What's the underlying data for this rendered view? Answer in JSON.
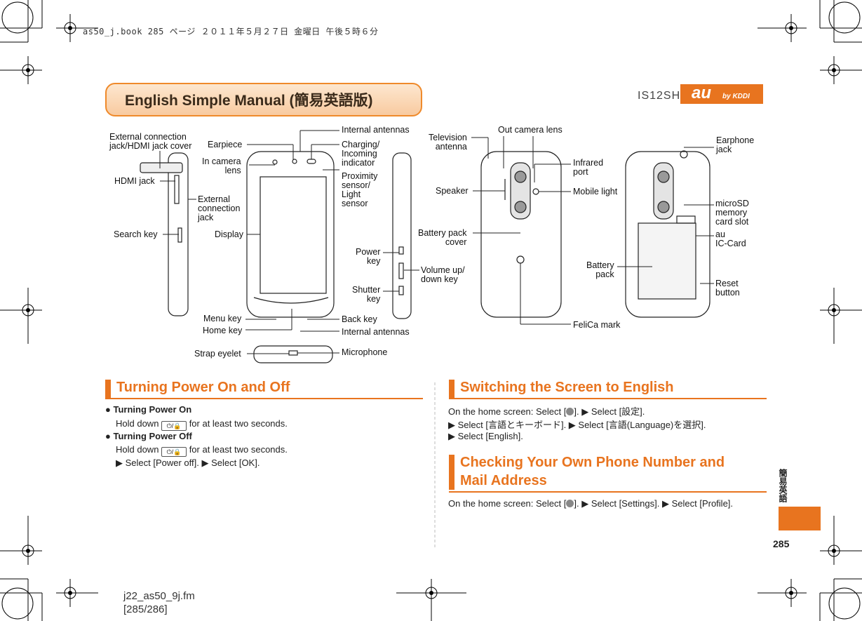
{
  "header": {
    "meta": "as50_j.book  285 ページ  ２０１１年５月２７日  金曜日  午後５時６分",
    "manual_title": "English Simple Manual (簡易英語版)",
    "model": "IS12SH",
    "brand": "au",
    "brand_sub": "by KDDI"
  },
  "labels": {
    "ext_conn_cover": "External connection\njack/HDMI jack cover",
    "hdmi_jack": "HDMI jack",
    "search_key": "Search key",
    "earpiece": "Earpiece",
    "in_camera": "In camera\nlens",
    "external_connection_jack": "External\nconnection\njack",
    "display": "Display",
    "internal_antennas_top": "Internal antennas",
    "charging": "Charging/\nIncoming\nindicator",
    "proximity": "Proximity\nsensor/\nLight\nsensor",
    "power_key": "Power\nkey",
    "volume_key": "Volume up/\ndown key",
    "shutter_key": "Shutter\nkey",
    "menu_key": "Menu key",
    "home_key": "Home key",
    "back_key": "Back key",
    "internal_antennas_bottom": "Internal antennas",
    "strap_eyelet": "Strap eyelet",
    "microphone": "Microphone",
    "tv_antenna": "Television\nantenna",
    "out_camera": "Out camera lens",
    "infrared": "Infrared\nport",
    "speaker": "Speaker",
    "mobile_light": "Mobile light",
    "battery_cover": "Battery pack\ncover",
    "felica": "FeliCa mark",
    "earphone": "Earphone\njack",
    "microsd": "microSD\nmemory\ncard slot",
    "au_ic": "au\nIC-Card",
    "battery_pack": "Battery\npack",
    "reset": "Reset\nbutton"
  },
  "sections": {
    "power": {
      "title": "Turning Power On and Off",
      "on_title": "Turning Power On",
      "on_pre": "Hold down",
      "on_post": "for at least two seconds.",
      "off_title": "Turning Power Off",
      "off_pre": "Hold down",
      "off_post": "for at least two seconds.",
      "off_step": "▶ Select [Power off]. ▶ Select [OK]."
    },
    "english": {
      "title": "Switching the Screen to English",
      "line1_pre": "On the home screen: Select [",
      "line1_post": "]. ▶ Select [設定].",
      "line2": "▶ Select [言語とキーボード]. ▶ Select [言語(Language)を選択].",
      "line3": "▶ Select [English]."
    },
    "number": {
      "title_1": "Checking Your Own Phone Number and",
      "title_2": "Mail Address",
      "line_pre": "On the home screen: Select [",
      "line_post": "]. ▶ Select [Settings]. ▶ Select [Profile]."
    }
  },
  "key_glyph": "⏻/🔒",
  "side_tab": "簡易英語",
  "page_number": "285",
  "footer": {
    "file": "j22_as50_9j.fm",
    "pages": "[285/286]"
  },
  "colors": {
    "accent": "#e8741f"
  }
}
